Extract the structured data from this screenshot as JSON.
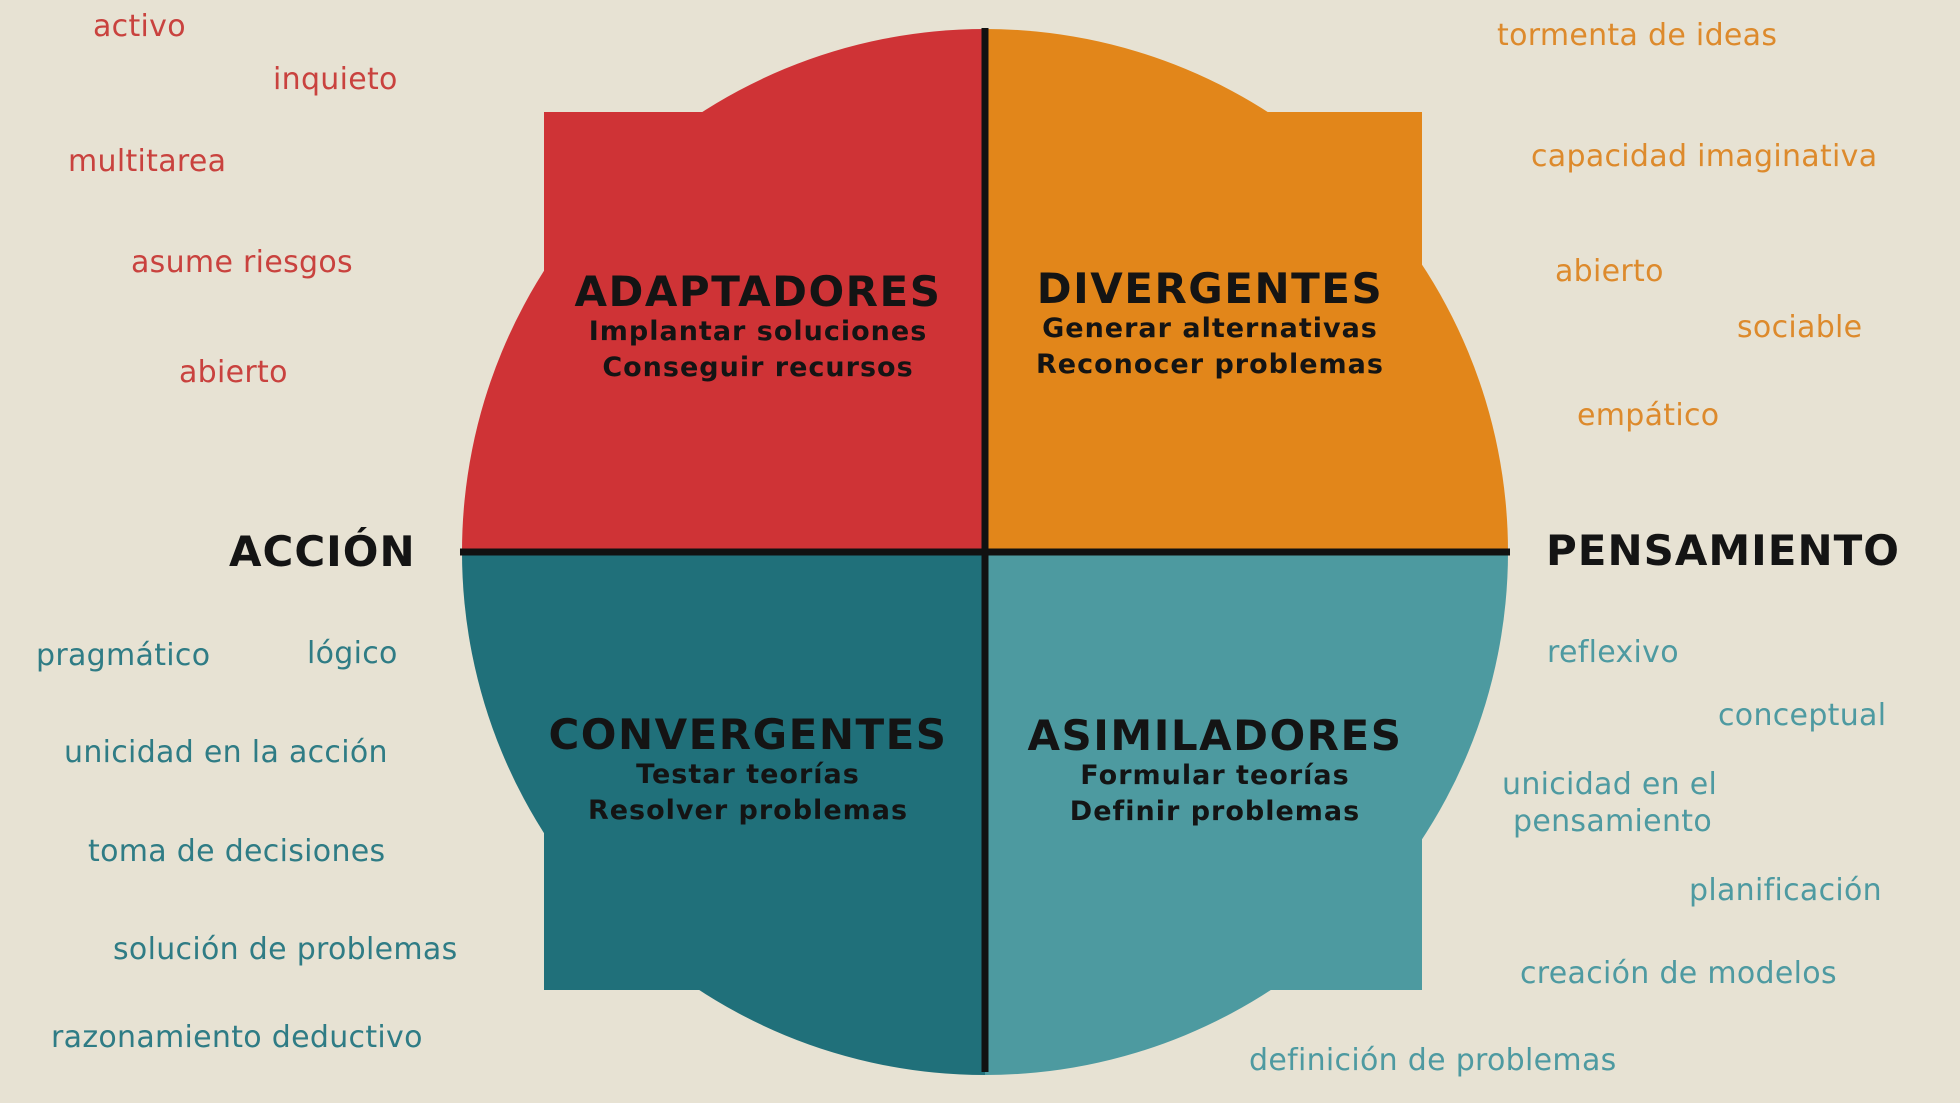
{
  "colors": {
    "background": "#e7e2d3",
    "adaptadores": "#cf3336",
    "divergentes": "#e2861a",
    "convergentes": "#20707a",
    "asimiladores": "#4d9aa0",
    "divider": "#111111"
  },
  "axes": {
    "left": "ACCIÓN",
    "right": "PENSAMIENTO"
  },
  "quadrants": {
    "adaptadores": {
      "title": "ADAPTADORES",
      "line1": "Implantar soluciones",
      "line2": "Conseguir recursos"
    },
    "divergentes": {
      "title": "DIVERGENTES",
      "line1": "Generar alternativas",
      "line2": "Reconocer problemas"
    },
    "convergentes": {
      "title": "CONVERGENTES",
      "line1": "Testar teorías",
      "line2": "Resolver problemas"
    },
    "asimiladores": {
      "title": "ASIMILADORES",
      "line1": "Formular teorías",
      "line2": "Definir problemas"
    }
  },
  "words": {
    "red": [
      "activo",
      "inquieto",
      "multitarea",
      "asume riesgos",
      "abierto"
    ],
    "orange": [
      "tormenta de ideas",
      "capacidad imaginativa",
      "abierto",
      "sociable",
      "empático"
    ],
    "teal": [
      "pragmático",
      "lógico",
      "unicidad en la acción",
      "toma de decisiones",
      "solución de problemas",
      "razonamiento deductivo"
    ],
    "light": [
      "reflexivo",
      "conceptual",
      "unicidad en el",
      "pensamiento",
      "planificación",
      "creación de modelos",
      "definición de problemas"
    ]
  }
}
